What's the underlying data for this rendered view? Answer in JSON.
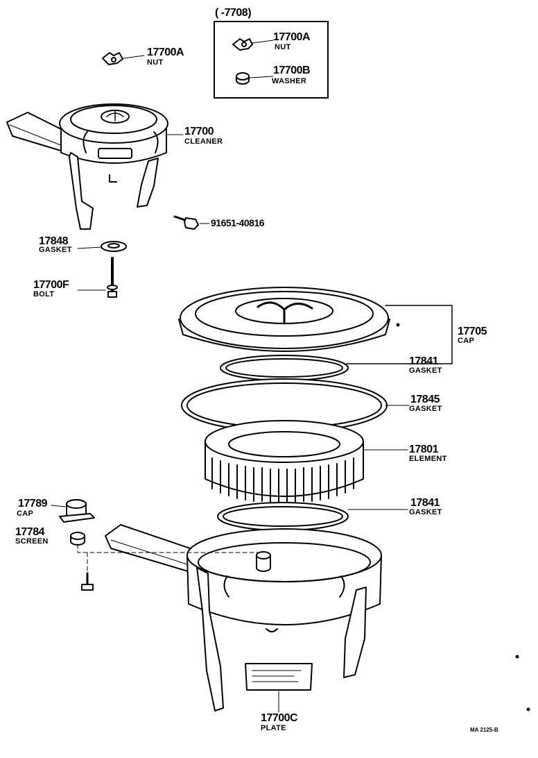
{
  "inset": {
    "range": "(      -7708)"
  },
  "parts": [
    {
      "id": "nut_a",
      "number": "17700A",
      "name": "NUT"
    },
    {
      "id": "nut_a2",
      "number": "17700A",
      "name": "NUT"
    },
    {
      "id": "washer",
      "number": "17700B",
      "name": "WASHER"
    },
    {
      "id": "cleaner",
      "number": "17700",
      "name": "CLEANER"
    },
    {
      "id": "bolt_small",
      "number": "91651-40816",
      "name": ""
    },
    {
      "id": "gasket_17848",
      "number": "17848",
      "name": "GASKET"
    },
    {
      "id": "bolt_f",
      "number": "17700F",
      "name": "BOLT"
    },
    {
      "id": "cap_assy",
      "number": "17705",
      "name": "CAP"
    },
    {
      "id": "gasket_top",
      "number": "17841",
      "name": "GASKET"
    },
    {
      "id": "gasket_17845",
      "number": "17845",
      "name": "GASKET"
    },
    {
      "id": "element",
      "number": "17801",
      "name": "ELEMENT"
    },
    {
      "id": "gasket_bottom",
      "number": "17841",
      "name": "GASKET"
    },
    {
      "id": "cap_17789",
      "number": "17789",
      "name": "CAP"
    },
    {
      "id": "screen",
      "number": "17784",
      "name": "SCREEN"
    },
    {
      "id": "plate",
      "number": "17700C",
      "name": "PLATE"
    }
  ],
  "drawing_code": "MA 2125-B",
  "colors": {
    "ink": "#000000",
    "paper": "#ffffff"
  }
}
